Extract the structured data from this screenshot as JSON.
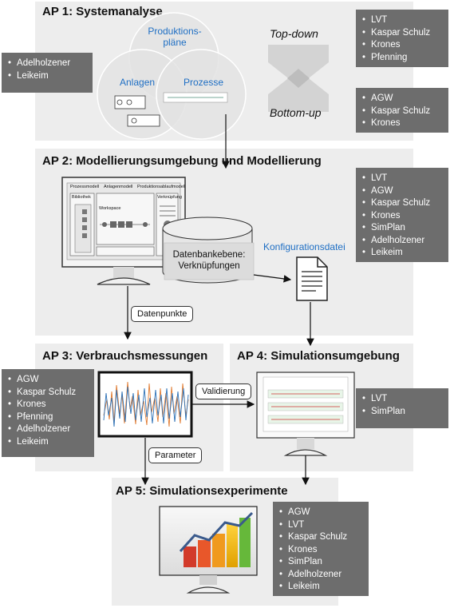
{
  "ap1": {
    "prefix": "AP 1:",
    "title": "Systemanalyse",
    "venn": {
      "top": "Produktions-\npläne",
      "left": "Anlagen",
      "right": "Prozesse"
    },
    "topdown": "Top-down",
    "bottomup": "Bottom-up",
    "list_left": [
      "Adelholzener",
      "Leikeim"
    ],
    "list_top": [
      "LVT",
      "Kaspar Schulz",
      "Krones",
      "Pfenning"
    ],
    "list_bottom": [
      "AGW",
      "Kaspar Schulz",
      "Krones"
    ]
  },
  "ap2": {
    "prefix": "AP 2:",
    "title": "Modellierungsumgebung und Modellierung",
    "tabs": [
      "Prozessmodell",
      "Anlagenmodell",
      "Produktionsablaufmodell"
    ],
    "bib": "Bibliothek",
    "workspace": "Workspace",
    "verkn": "Verknüpfung",
    "db": "Datenbankebene:\nVerknüpfungen",
    "konfig": "Konfigurationsdatei",
    "datenpunkte": "Datenpunkte",
    "list": [
      "LVT",
      "AGW",
      "Kaspar Schulz",
      "Krones",
      "SimPlan",
      "Adelholzener",
      "Leikeim"
    ]
  },
  "ap3": {
    "prefix": "AP 3",
    "title": ": Verbrauchsmessungen",
    "list": [
      "AGW",
      "Kaspar Schulz",
      "Krones",
      "Pfenning",
      "Adelholzener",
      "Leikeim"
    ],
    "parameter": "Parameter",
    "validierung": "Validierung"
  },
  "ap4": {
    "prefix": "AP 4:",
    "title": "Simulationsumgebung",
    "list": [
      "LVT",
      "SimPlan"
    ]
  },
  "ap5": {
    "prefix": "AP 5:",
    "title": "Simulationsexperimente",
    "list": [
      "AGW",
      "LVT",
      "Kaspar Schulz",
      "Krones",
      "SimPlan",
      "Adelholzener",
      "Leikeim"
    ]
  },
  "colors": {
    "panel": "#ededed",
    "list_bg": "#6d6d6d",
    "accent_blue": "#1f6fc4"
  }
}
